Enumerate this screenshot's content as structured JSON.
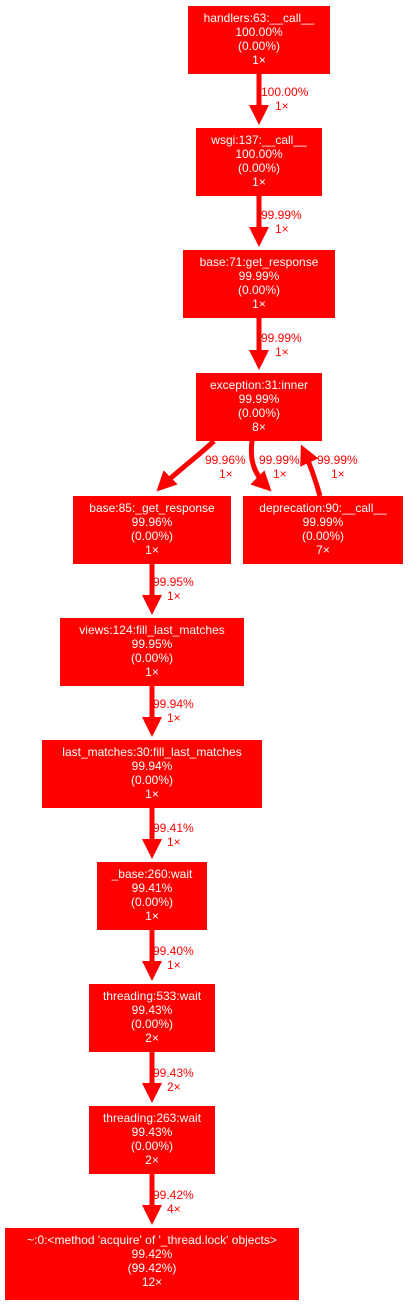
{
  "colors": {
    "node_fill": "#ff0000",
    "edge": "#ff0000",
    "node_text": "#ffffff",
    "edge_text": "#ff0000",
    "background": "#ffffff"
  },
  "nodes": [
    {
      "id": "n1",
      "lines": [
        "handlers:63:__call__",
        "100.00%",
        "(0.00%)",
        "1×"
      ]
    },
    {
      "id": "n2",
      "lines": [
        "wsgi:137:__call__",
        "100.00%",
        "(0.00%)",
        "1×"
      ]
    },
    {
      "id": "n3",
      "lines": [
        "base:71:get_response",
        "99.99%",
        "(0.00%)",
        "1×"
      ]
    },
    {
      "id": "n4",
      "lines": [
        "exception:31:inner",
        "99.99%",
        "(0.00%)",
        "8×"
      ]
    },
    {
      "id": "n5",
      "lines": [
        "base:85:_get_response",
        "99.96%",
        "(0.00%)",
        "1×"
      ]
    },
    {
      "id": "n6",
      "lines": [
        "deprecation:90:__call__",
        "99.99%",
        "(0.00%)",
        "7×"
      ]
    },
    {
      "id": "n7",
      "lines": [
        "views:124:fill_last_matches",
        "99.95%",
        "(0.00%)",
        "1×"
      ]
    },
    {
      "id": "n8",
      "lines": [
        "last_matches:30:fill_last_matches",
        "99.94%",
        "(0.00%)",
        "1×"
      ]
    },
    {
      "id": "n9",
      "lines": [
        "_base:260:wait",
        "99.41%",
        "(0.00%)",
        "1×"
      ]
    },
    {
      "id": "n10",
      "lines": [
        "threading:533:wait",
        "99.43%",
        "(0.00%)",
        "2×"
      ]
    },
    {
      "id": "n11",
      "lines": [
        "threading:263:wait",
        "99.43%",
        "(0.00%)",
        "2×"
      ]
    },
    {
      "id": "n12",
      "lines": [
        "~:0:<method 'acquire' of '_thread.lock' objects>",
        "99.42%",
        "(99.42%)",
        "12×"
      ]
    }
  ],
  "edges": [
    {
      "id": "e1",
      "from": "n1",
      "to": "n2",
      "label": [
        "100.00%",
        "1×"
      ]
    },
    {
      "id": "e2",
      "from": "n2",
      "to": "n3",
      "label": [
        "99.99%",
        "1×"
      ]
    },
    {
      "id": "e3",
      "from": "n3",
      "to": "n4",
      "label": [
        "99.99%",
        "1×"
      ]
    },
    {
      "id": "e4",
      "from": "n4",
      "to": "n5",
      "label": [
        "99.96%",
        "1×"
      ]
    },
    {
      "id": "e5",
      "from": "n4",
      "to": "n6",
      "label": [
        "99.99%",
        "1×"
      ]
    },
    {
      "id": "e6",
      "from": "n6",
      "to": "n4",
      "label": [
        "99.99%",
        "1×"
      ]
    },
    {
      "id": "e7",
      "from": "n5",
      "to": "n7",
      "label": [
        "99.95%",
        "1×"
      ]
    },
    {
      "id": "e8",
      "from": "n7",
      "to": "n8",
      "label": [
        "99.94%",
        "1×"
      ]
    },
    {
      "id": "e9",
      "from": "n8",
      "to": "n9",
      "label": [
        "99.41%",
        "1×"
      ]
    },
    {
      "id": "e10",
      "from": "n9",
      "to": "n10",
      "label": [
        "99.40%",
        "1×"
      ]
    },
    {
      "id": "e11",
      "from": "n10",
      "to": "n11",
      "label": [
        "99.43%",
        "2×"
      ]
    },
    {
      "id": "e12",
      "from": "n11",
      "to": "n12",
      "label": [
        "99.42%",
        "4×"
      ]
    }
  ]
}
